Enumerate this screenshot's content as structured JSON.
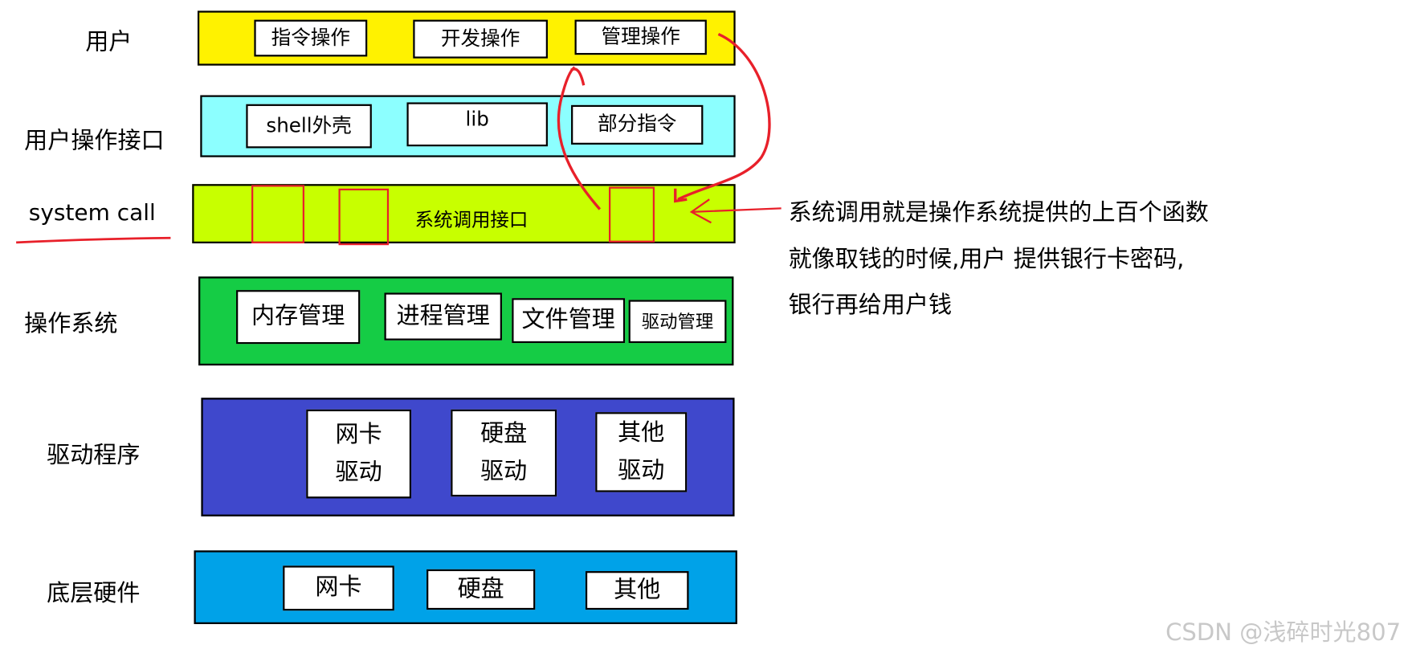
{
  "layers": {
    "user": {
      "label": "用户",
      "color": "#FFF200",
      "items": [
        "指令操作",
        "开发操作",
        "管理操作"
      ]
    },
    "user_interface": {
      "label": "用户操作接口",
      "color": "#8CFFFF",
      "items": [
        "shell外壳",
        "lib",
        "部分指令"
      ]
    },
    "system_call": {
      "label": "system call",
      "color": "#C8FF00",
      "text": "系统调用接口"
    },
    "os": {
      "label": "操作系统",
      "color": "#15CC45",
      "items": [
        "内存管理",
        "进程管理",
        "文件管理",
        "驱动管理"
      ]
    },
    "drivers": {
      "label": "驱动程序",
      "color": "#3F48CC",
      "items": [
        [
          "网卡",
          "驱动"
        ],
        [
          "硬盘",
          "驱动"
        ],
        [
          "其他",
          "驱动"
        ]
      ]
    },
    "hardware": {
      "label": "底层硬件",
      "color": "#00A2E8",
      "items": [
        "网卡",
        "硬盘",
        "其他"
      ]
    }
  },
  "notes": [
    "系统调用就是操作系统提供的上百个函数",
    "就像取钱的时候,用户 提供银行卡密码,",
    "银行再给用户钱"
  ],
  "watermark": "CSDN @浅碎时光807",
  "annotation_color": "#E8202A"
}
